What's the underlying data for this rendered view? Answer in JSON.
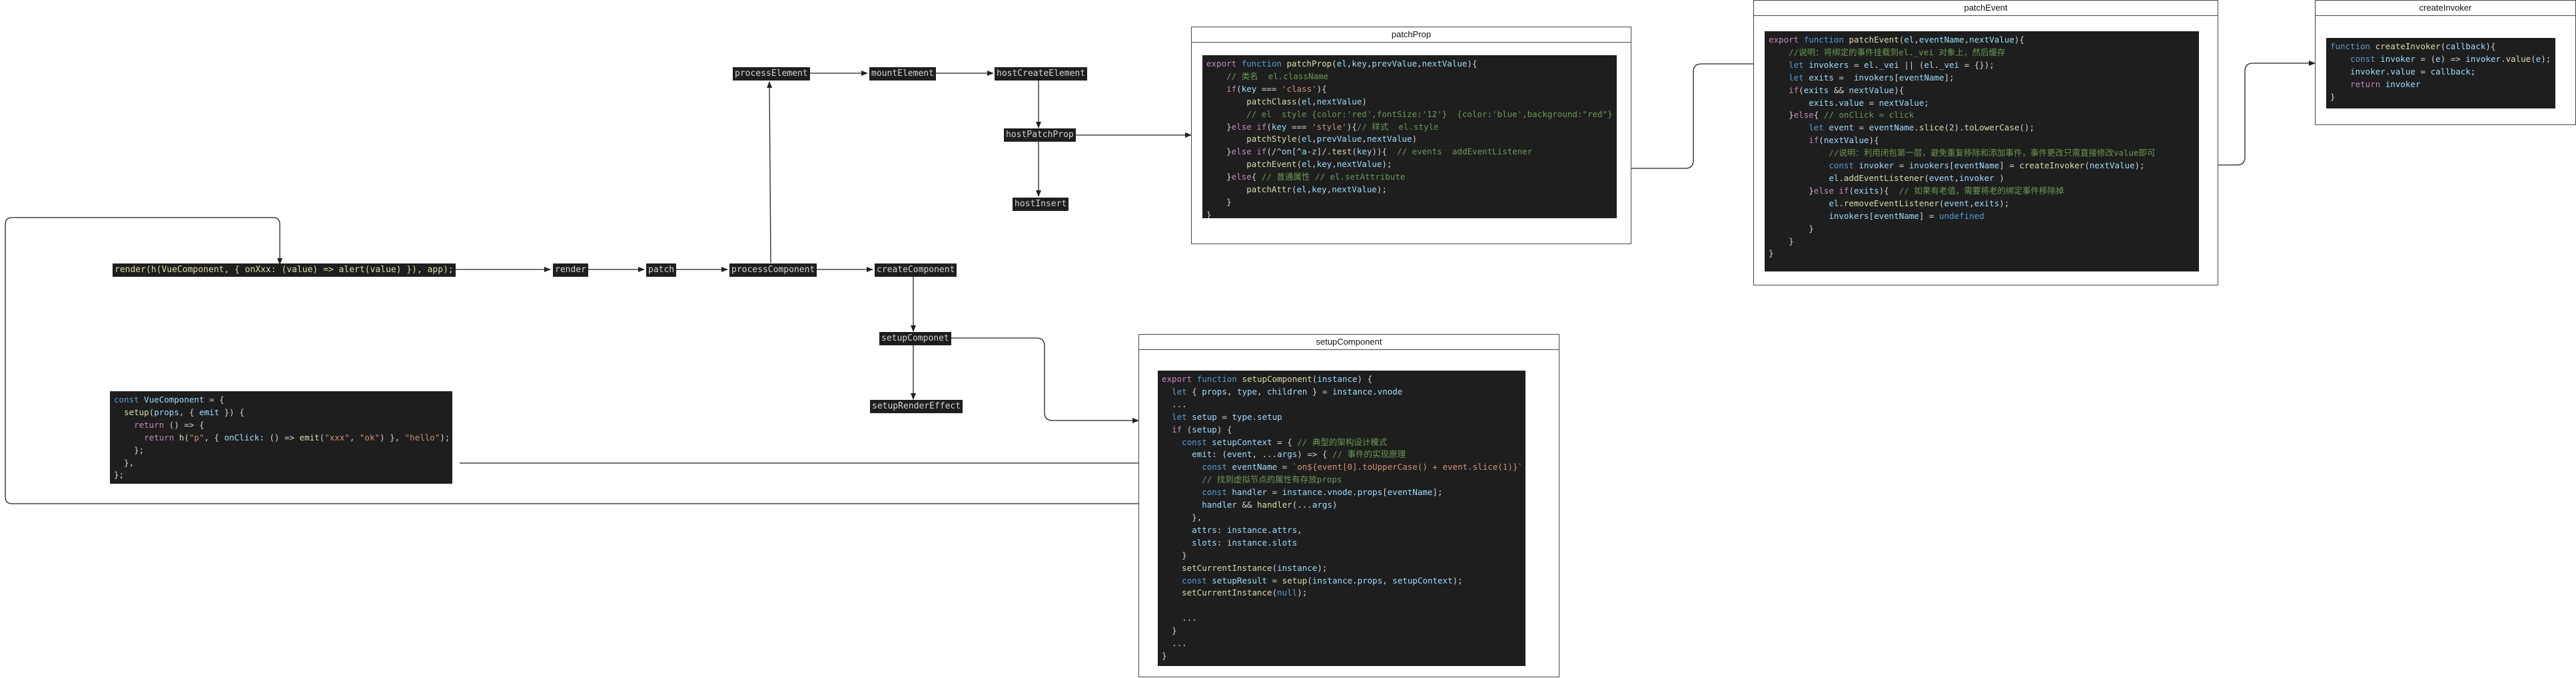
{
  "flow_nodes": {
    "render_call": "render(h(VueComponent, { onXxx: (value) => alert(value) }), app);",
    "render": "render",
    "patch": "patch",
    "processElement": "processElement",
    "mountElement": "mountElement",
    "hostCreateElement": "hostCreateElement",
    "hostPatchProp": "hostPatchProp",
    "hostInsert": "hostInsert",
    "processComponent": "processComponent",
    "createComponent": "createComponent",
    "setupComponet": "setupComponet",
    "setupRenderEffect": "setupRenderEffect"
  },
  "vue_component_code": [
    "const VueComponent = {",
    "  setup(props, { emit }) {",
    "    return () => {",
    "      return h(\"p\", { onClick: () => emit(\"xxx\", \"ok\") }, \"hello\");",
    "    };",
    "  },",
    "};"
  ],
  "frames": {
    "patchProp": {
      "title": "patchProp",
      "code": [
        "export function patchProp(el,key,prevValue,nextValue){",
        "    // 类名  el.className",
        "    if(key === 'class'){",
        "        patchClass(el,nextValue)",
        "        // el  style {color:'red',fontSize:'12'}  {color:'blue',background:\"red\"}",
        "    }else if(key === 'style'){// 样式  el.style",
        "        patchStyle(el,prevValue,nextValue)",
        "    }else if(/^on[^a-z]/.test(key)){  // events  addEventListener",
        "        patchEvent(el,key,nextValue);",
        "    }else{ // 普通属性 // el.setAttribute",
        "        patchAttr(el,key,nextValue);",
        "    }",
        "}"
      ]
    },
    "patchEvent": {
      "title": "patchEvent",
      "code": [
        "export function patchEvent(el,eventName,nextValue){",
        "    //说明：将绑定的事件挂载到el._vei 对象上，然后缓存",
        "    let invokers = el._vei || (el._vei = {});",
        "    let exits =  invokers[eventName];",
        "    if(exits && nextValue){",
        "        exits.value = nextValue;",
        "    }else{ // onClick = click",
        "        let event = eventName.slice(2).toLowerCase();",
        "        if(nextValue){",
        "            //说明：利用闭包第一层，避免重复移除和添加事件，事件更改只需直接修改value即可",
        "            const invoker = invokers[eventName] = createInvoker(nextValue);",
        "            el.addEventListener(event,invoker )",
        "        }else if(exits){  // 如果有老值，需要将老的绑定事件移除掉",
        "            el.removeEventListener(event,exits);",
        "            invokers[eventName] = undefined",
        "        }",
        "    }",
        "}"
      ]
    },
    "createInvoker": {
      "title": "createInvoker",
      "code": [
        "function createInvoker(callback){",
        "    const invoker = (e) => invoker.value(e);",
        "    invoker.value = callback;",
        "    return invoker",
        "}"
      ]
    },
    "setupComponent": {
      "title": "setupComponent",
      "code": [
        "export function setupComponent(instance) {",
        "  let { props, type, children } = instance.vnode",
        "  ...",
        "  let setup = type.setup",
        "  if (setup) {",
        "    const setupContext = { // 典型的架构设计模式",
        "      emit: (event, ...args) => { // 事件的实现原理",
        "        const eventName = `on${event[0].toUpperCase() + event.slice(1)}`",
        "        // 找到虚拟节点的属性有存放props",
        "        const handler = instance.vnode.props[eventName];",
        "        handler && handler(...args)",
        "      },",
        "      attrs: instance.attrs,",
        "      slots: instance.slots",
        "    }",
        "    setCurrentInstance(instance);",
        "    const setupResult = setup(instance.props, setupContext);",
        "    setCurrentInstance(null);",
        "",
        "    ...",
        "  }",
        "  ...",
        "}"
      ]
    }
  },
  "colors": {
    "code_bg": "#1e1e1e",
    "keyword": "#c586c0",
    "storage": "#569cd6",
    "function": "#dcdcaa",
    "variable": "#9cdcfe",
    "string": "#ce9178",
    "comment": "#6a9955",
    "type": "#4ec9b0"
  }
}
